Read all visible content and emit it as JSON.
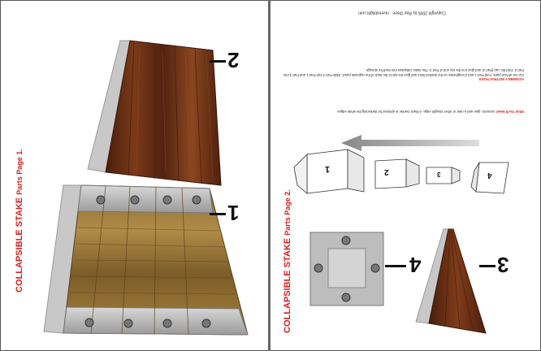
{
  "left_page": {
    "title": "COLLAPSIBLE STAKE",
    "subtitle": "Parts Page 1.",
    "parts": [
      {
        "number": "1"
      },
      {
        "number": "2"
      }
    ]
  },
  "right_page": {
    "title": "COLLAPSIBLE STAKE",
    "subtitle": "Parts Page 2.",
    "parts": [
      {
        "number": "3"
      },
      {
        "number": "4"
      }
    ],
    "diagram_labels": [
      "1",
      "2",
      "3",
      "4"
    ],
    "copyright": "Copyright 2005 by Ray Olsen · ravensblight.com",
    "instructions_heading": "ASSEMBLY INSTRUCTIONS",
    "instructions": "Cut out all four parts. Fold Part 1 and 2 lengthwise on the dashed lines and glue the tab to the back of the opposite panel. Slide Part 2 into Part 1 and Part 3 into Part 2. Fold the cap (Part 4) and glue it to the top end of Part 3. The stake collapses into itself for storage.",
    "tools_heading": "What You'll Need:",
    "tools": "scissors, glue and a ruler or other straight edge. A black marker is optional for darkening the white edges."
  },
  "colors": {
    "accent": "#d81e1e",
    "dark_wood": "#5e2a12",
    "light_wood": "#9c7a3c",
    "metal": "#b8b8b8"
  }
}
